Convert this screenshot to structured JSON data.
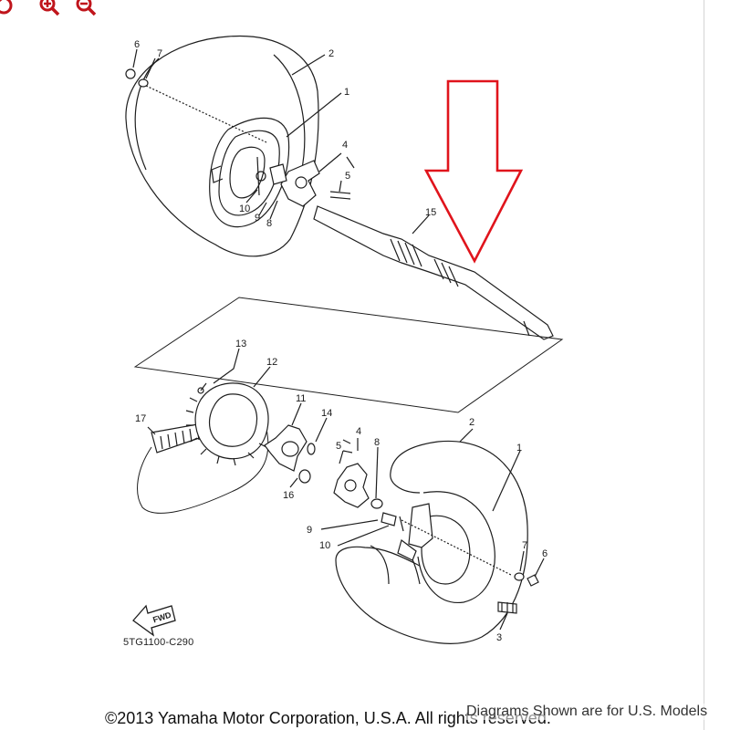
{
  "toolbar": {
    "icons": [
      "rotate-icon",
      "zoom-in-icon",
      "zoom-out-icon"
    ],
    "icon_color": "#c0151c"
  },
  "diagram": {
    "upper_labels": [
      "6",
      "7",
      "2",
      "1",
      "4",
      "5",
      "10",
      "9",
      "8",
      "15"
    ],
    "lower_labels": [
      "13",
      "12",
      "17",
      "11",
      "14",
      "4",
      "5",
      "8",
      "2",
      "1",
      "16",
      "9",
      "10",
      "7",
      "6",
      "3"
    ],
    "fwd_label": "FWD",
    "diagram_code": "5TG1100-C290",
    "arrow_color": "#e0141c"
  },
  "footer": {
    "copyright": "©2013 Yamaha Motor Corporation, U.S.A. All rights reserved.",
    "note": "Diagrams Shown are for U.S. Models"
  }
}
